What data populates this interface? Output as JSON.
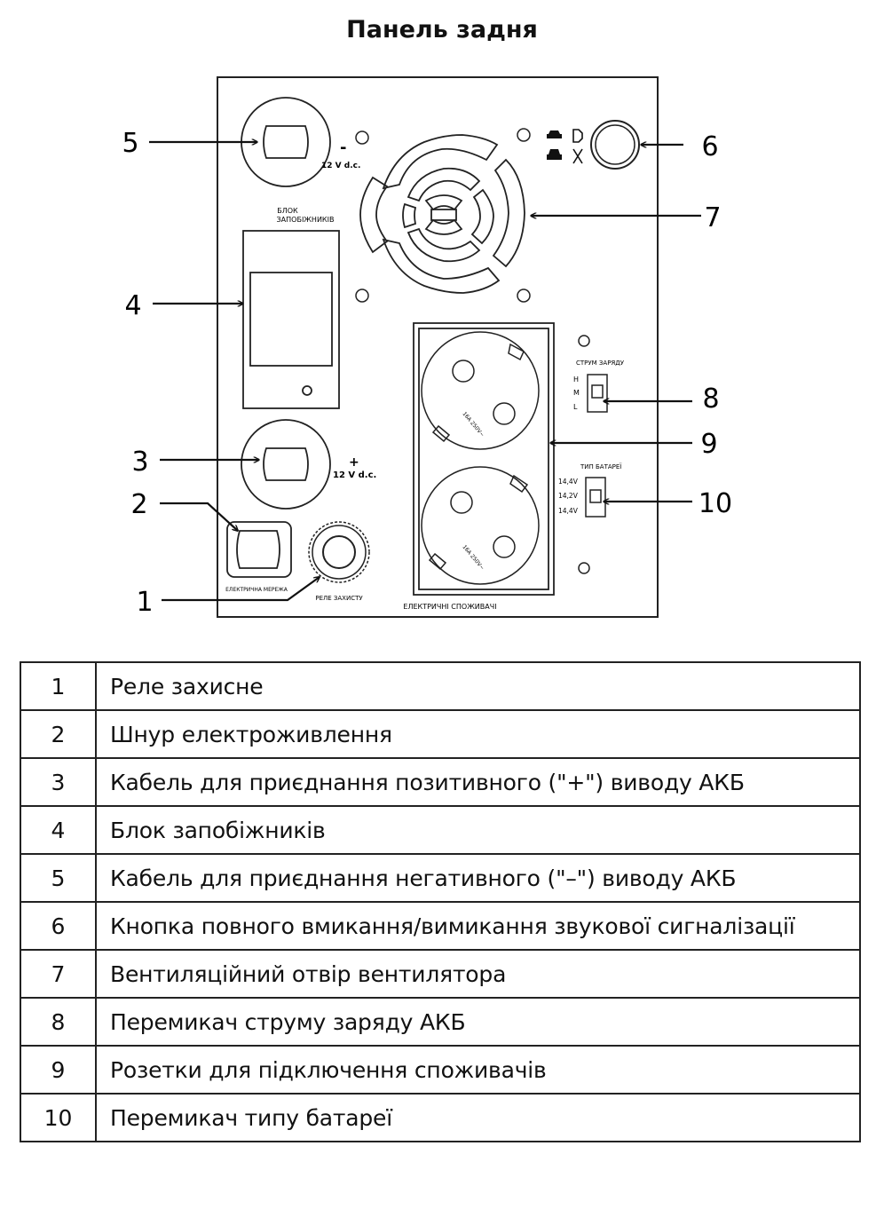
{
  "title": "Панель задня",
  "panel_labels": {
    "neg_sign": "-",
    "neg_voltage": "12 V d.c.",
    "pos_sign": "+",
    "pos_voltage": "12 V d.c.",
    "fuse_block_line1": "БЛОК",
    "fuse_block_line2": "ЗАПОБІЖНИКІВ",
    "charge_current": "СТРУМ ЗАРЯДУ",
    "charge_h": "H",
    "charge_m": "M",
    "charge_l": "L",
    "battery_type": "ТИП БАТАРЕЇ",
    "bat_v1": "14,4V",
    "bat_v2": "14,2V",
    "bat_v3": "14,4V",
    "mains": "ЕЛЕКТРИЧНА МЕРЕЖА",
    "relay": "РЕЛЕ ЗАХИСТУ",
    "consumers": "ЕЛЕКТРИЧНІ СПОЖИВАЧІ",
    "socket_rating": "16A 250V~"
  },
  "callouts": [
    "1",
    "2",
    "3",
    "4",
    "5",
    "6",
    "7",
    "8",
    "9",
    "10"
  ],
  "table": [
    {
      "num": "1",
      "text": "Реле захисне"
    },
    {
      "num": "2",
      "text": "Шнур електроживлення"
    },
    {
      "num": "3",
      "text": "Кабель для приєднання позитивного (\"+\") виводу АКБ"
    },
    {
      "num": "4",
      "text": "Блок запобіжників"
    },
    {
      "num": "5",
      "text": "Кабель для приєднання негативного (\"–\") виводу АКБ"
    },
    {
      "num": "6",
      "text": "Кнопка повного вмикання/вимикання звукової сигналізації"
    },
    {
      "num": "7",
      "text": "Вентиляційний отвір вентилятора"
    },
    {
      "num": "8",
      "text": "Перемикач струму заряду АКБ"
    },
    {
      "num": "9",
      "text": "Розетки для підключення споживачів"
    },
    {
      "num": "10",
      "text": "Перемикач типу батареї"
    }
  ]
}
